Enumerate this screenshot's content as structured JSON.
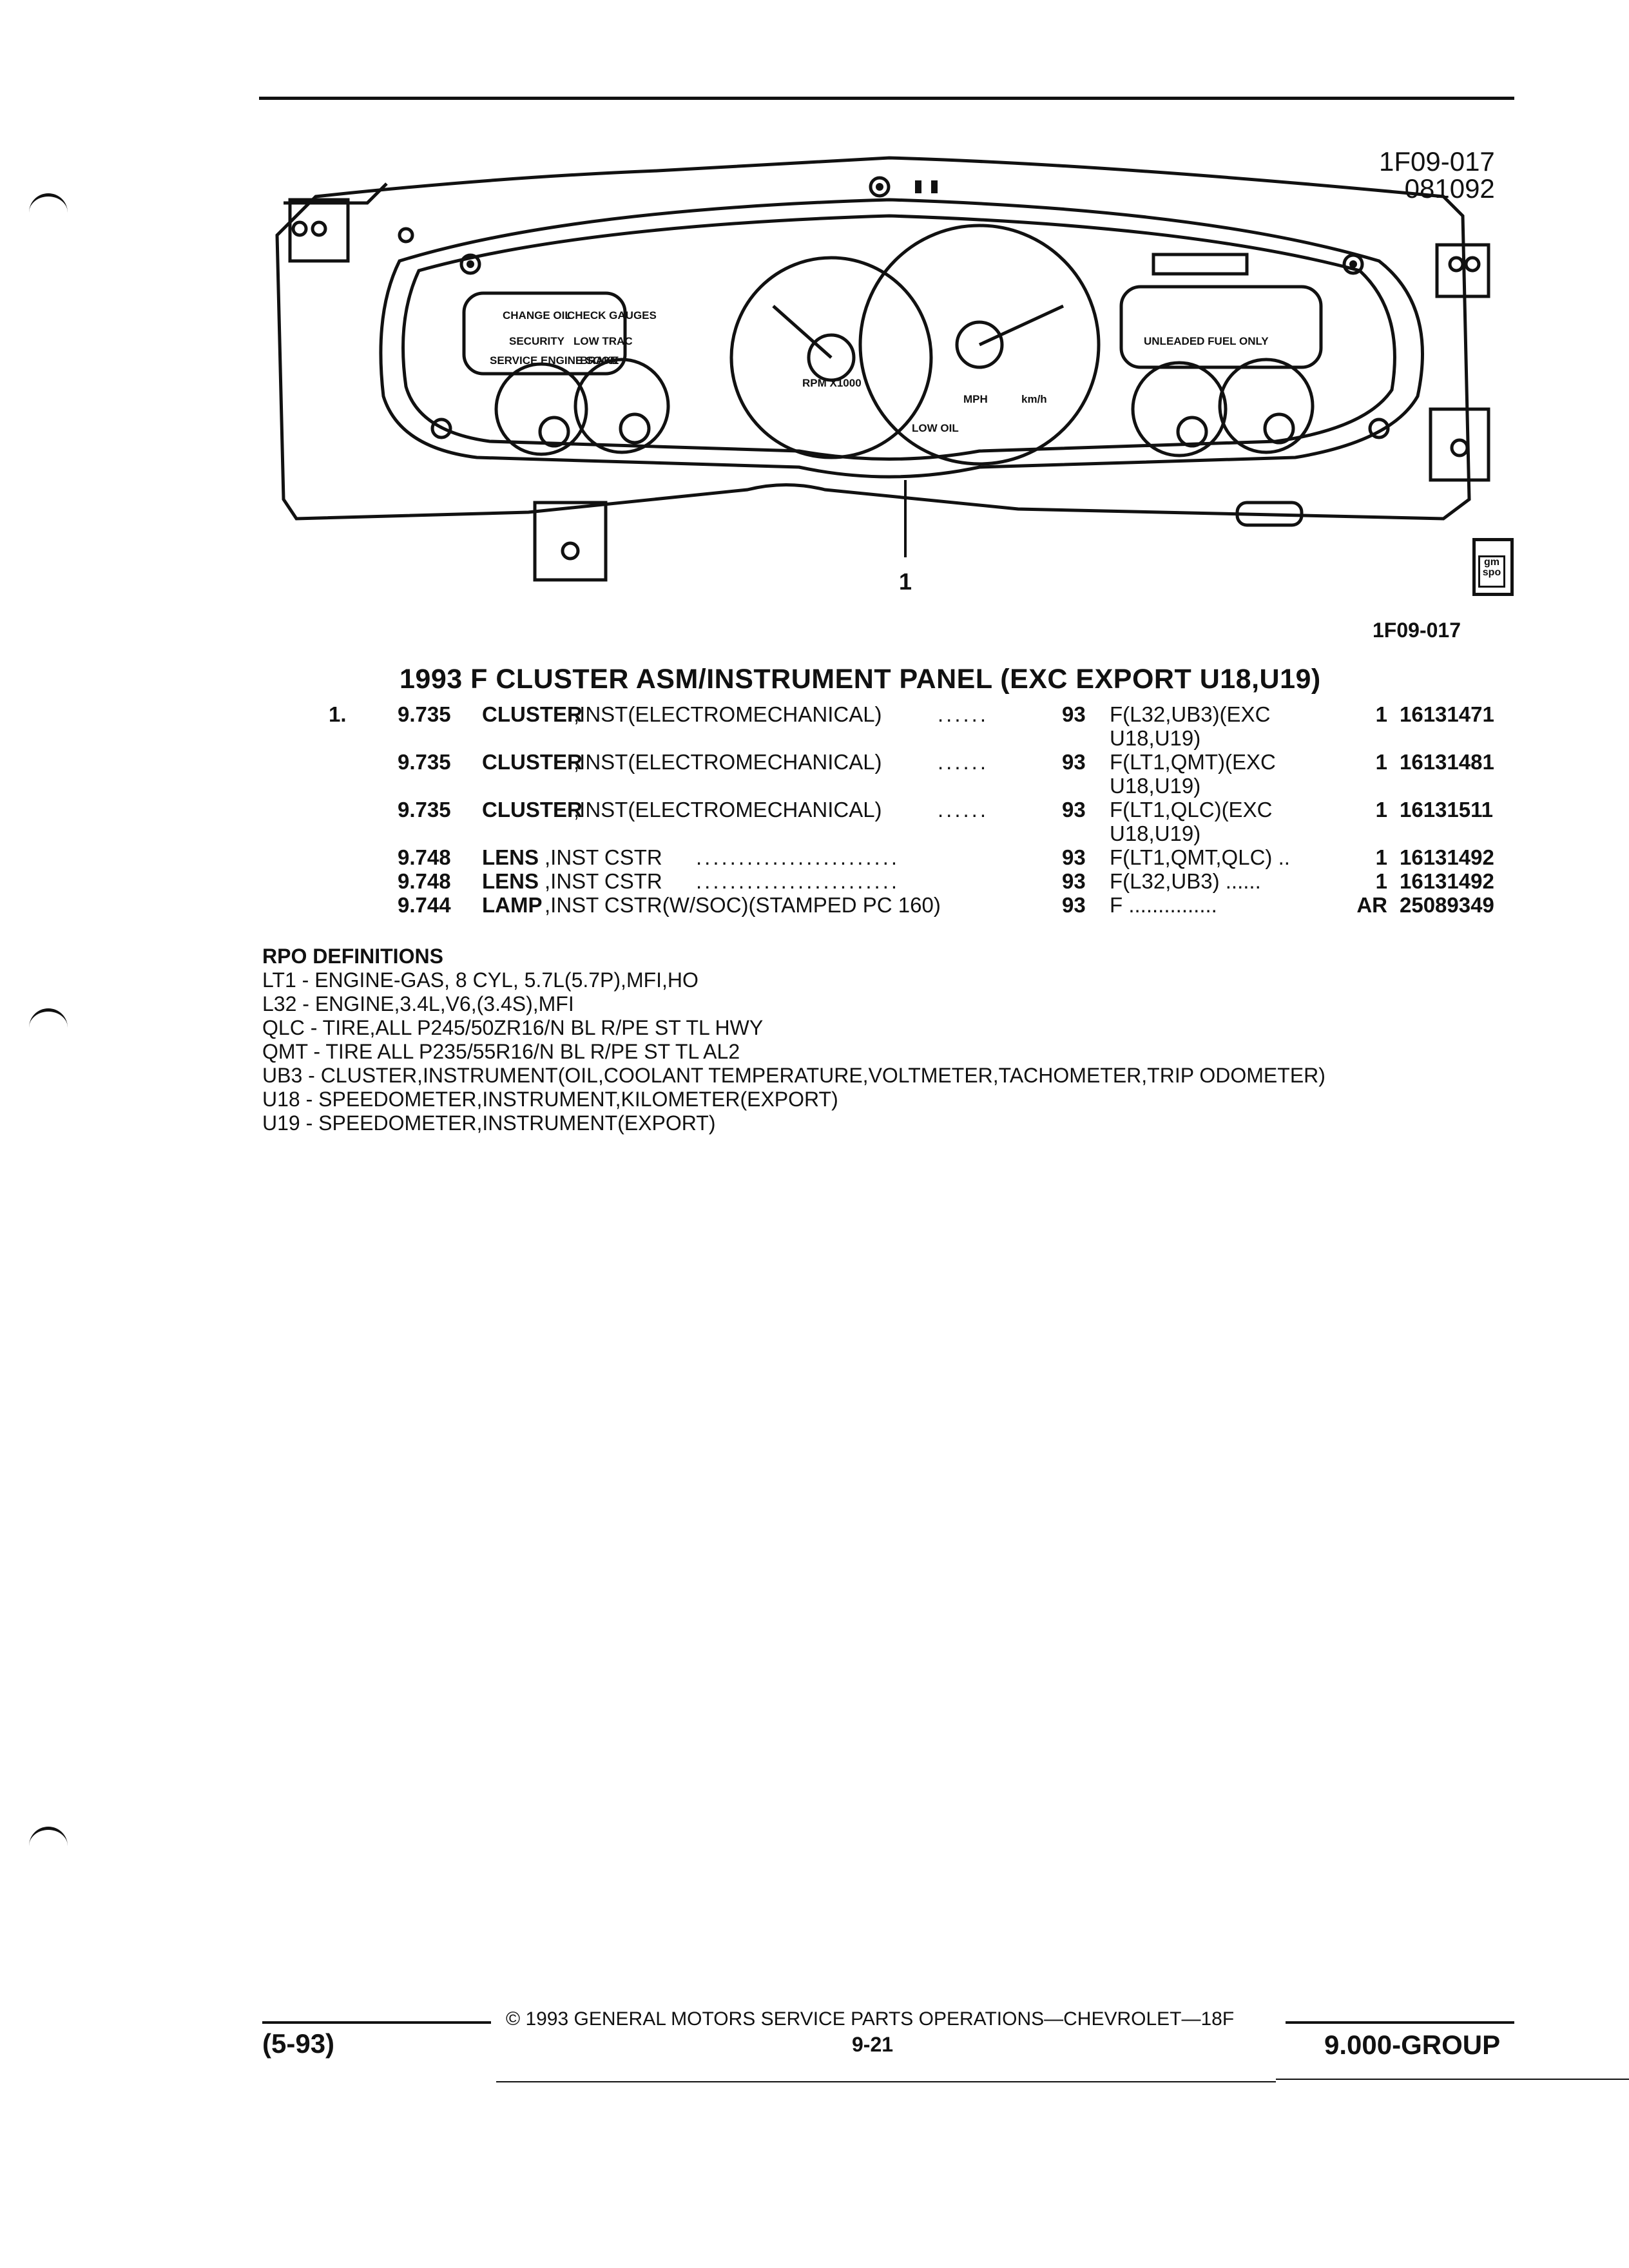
{
  "diagram": {
    "code_line1": "1F09-017",
    "code_line2": "081092",
    "callout_number": "1",
    "figure_ref": "1F09-017",
    "gmspo_logo": "gm spo",
    "gauge_labels": {
      "tach_unit": "RPM X1000",
      "speed_unit": "MPH",
      "kmh_unit": "km/h",
      "unleaded": "UNLEADED FUEL ONLY",
      "warn_change_oil": "CHANGE OIL",
      "warn_check_gauges": "CHECK GAUGES",
      "warn_security": "SECURITY",
      "warn_low_trac": "LOW TRAC",
      "warn_service_engine": "SERVICE ENGINE SOON",
      "warn_brake": "BRAKE",
      "low_oil": "LOW OIL"
    }
  },
  "heading": "1993 F CLUSTER ASM/INSTRUMENT PANEL (EXC EXPORT U18,U19)",
  "parts": [
    {
      "item": "1.",
      "code": "9.735",
      "name": "CLUSTER",
      "desc": ",INST(ELECTROMECHANICAL)",
      "dots": "......",
      "year": "93",
      "appl": "F(L32,UB3)(EXC U18,U19)",
      "qty": "1",
      "part_no": "16131471"
    },
    {
      "item": "",
      "code": "9.735",
      "name": "CLUSTER",
      "desc": ",INST(ELECTROMECHANICAL)",
      "dots": "......",
      "year": "93",
      "appl": "F(LT1,QMT)(EXC U18,U19)",
      "qty": "1",
      "part_no": "16131481"
    },
    {
      "item": "",
      "code": "9.735",
      "name": "CLUSTER",
      "desc": ",INST(ELECTROMECHANICAL)",
      "dots": "......",
      "year": "93",
      "appl": "F(LT1,QLC)(EXC U18,U19)",
      "qty": "1",
      "part_no": "16131511"
    },
    {
      "item": "",
      "code": "9.748",
      "name": "LENS",
      "desc": ",INST CSTR",
      "dots": "........................",
      "year": "93",
      "appl": "F(LT1,QMT,QLC) ..",
      "qty": "1",
      "part_no": "16131492"
    },
    {
      "item": "",
      "code": "9.748",
      "name": "LENS",
      "desc": ",INST CSTR",
      "dots": "........................",
      "year": "93",
      "appl": "F(L32,UB3) ......",
      "qty": "1",
      "part_no": "16131492"
    },
    {
      "item": "",
      "code": "9.744",
      "name": "LAMP",
      "desc": ",INST CSTR(W/SOC)(STAMPED PC 160)",
      "dots": "",
      "year": "93",
      "appl": "F ...............",
      "qty": "AR",
      "part_no": "25089349"
    }
  ],
  "rpo": {
    "title": "RPO DEFINITIONS",
    "lines": [
      "LT1 - ENGINE-GAS, 8 CYL, 5.7L(5.7P),MFI,HO",
      "L32 - ENGINE,3.4L,V6,(3.4S),MFI",
      "QLC - TIRE,ALL P245/50ZR16/N BL R/PE ST TL HWY",
      "QMT - TIRE ALL P235/55R16/N BL R/PE ST TL AL2",
      "UB3 - CLUSTER,INSTRUMENT(OIL,COOLANT TEMPERATURE,VOLTMETER,TACHOMETER,TRIP ODOMETER)",
      "U18 - SPEEDOMETER,INSTRUMENT,KILOMETER(EXPORT)",
      "U19 - SPEEDOMETER,INSTRUMENT(EXPORT)"
    ]
  },
  "footer": {
    "copyright": "© 1993 GENERAL MOTORS SERVICE PARTS OPERATIONS—CHEVROLET—18F",
    "date": "(5-93)",
    "page": "9-21",
    "group": "9.000-GROUP"
  }
}
